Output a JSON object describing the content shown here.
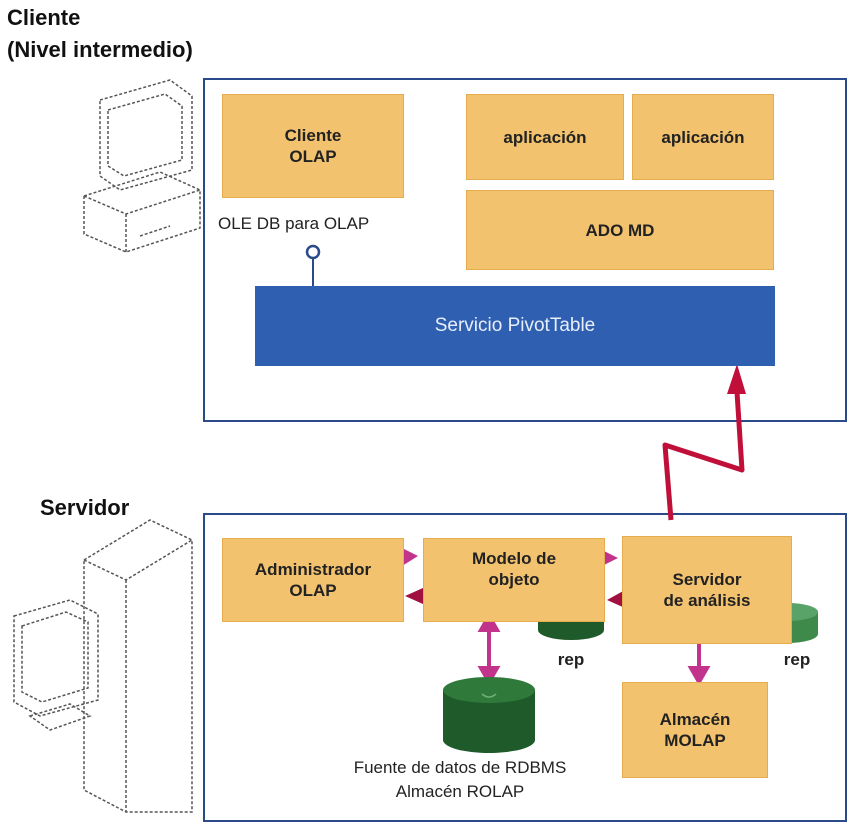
{
  "client": {
    "heading_line1": "Cliente",
    "heading_line2": "(Nivel intermedio)",
    "olap_client": "Cliente\nOLAP",
    "app1": "aplicación",
    "app2": "aplicación",
    "ado_md": "ADO MD",
    "ole_db_label": "OLE DB para OLAP",
    "pivot_service": "Servicio PivotTable"
  },
  "server": {
    "heading": "Servidor",
    "admin": "Administrador\nOLAP",
    "object_model": "Modelo de\nobjeto",
    "analysis_server": "Servidor\nde análisis",
    "rep1": "rep",
    "rep2": "rep",
    "molap": "Almacén\nMOLAP",
    "rdbms_line1": "Fuente de datos de RDBMS",
    "rdbms_line2": "Almacén ROLAP"
  },
  "colors": {
    "box_fill": "#f3c26e",
    "panel_border": "#2a4a8a",
    "pivot_fill": "#2f5fb0",
    "arrow_red": "#c0103a",
    "arrow_pink": "#c2338c",
    "db_green": "#1f5a2a"
  }
}
